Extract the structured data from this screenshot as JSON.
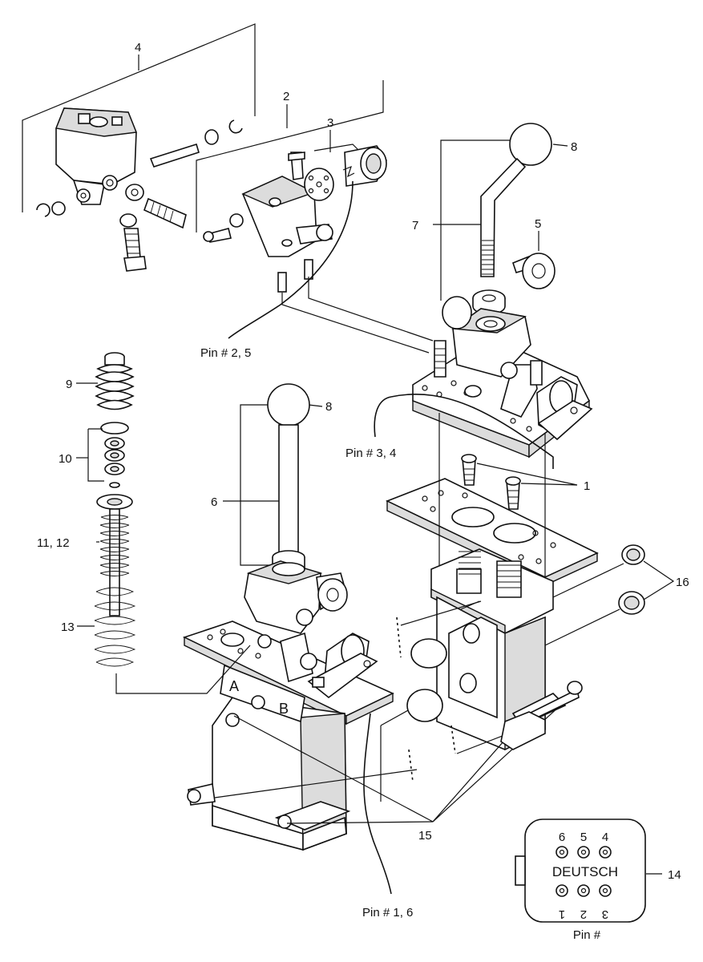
{
  "callouts": {
    "c1": "1",
    "c2": "2",
    "c3": "3",
    "c4": "4",
    "c5": "5",
    "c6": "6",
    "c7": "7",
    "c8a": "8",
    "c8b": "8",
    "c9": "9",
    "c10": "10",
    "c11_12": "11, 12",
    "c13": "13",
    "c14": "14",
    "c15": "15",
    "c16": "16"
  },
  "pins": {
    "pin_2_5": "Pin # 2, 5",
    "pin_3_4": "Pin # 3, 4",
    "pin_1_6": "Pin # 1, 6"
  },
  "body_markings": {
    "port_a": "A",
    "port_b": "B"
  },
  "connector": {
    "label": "DEUTSCH",
    "top_pins": [
      "6",
      "5",
      "4"
    ],
    "bottom_pins": [
      "1",
      "2",
      "3"
    ],
    "caption": "Pin #"
  },
  "colors": {
    "line": "#111111",
    "shade": "#dcdcdc",
    "background": "#ffffff"
  }
}
